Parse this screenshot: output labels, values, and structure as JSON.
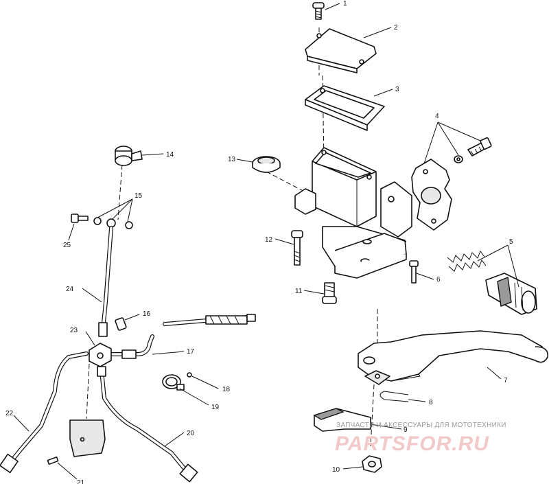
{
  "callouts": {
    "c1": "1",
    "c2": "2",
    "c3": "3",
    "c4": "4",
    "c5": "5",
    "c6": "6",
    "c7": "7",
    "c8": "8",
    "c9": "9",
    "c10": "10",
    "c11": "11",
    "c12": "12",
    "c13": "13",
    "c14": "14",
    "c15": "15",
    "c16": "16",
    "c17": "17",
    "c18": "18",
    "c19": "19",
    "c20": "20",
    "c21": "21",
    "c22": "22",
    "c23": "23",
    "c24": "24",
    "c25": "25"
  },
  "watermark": {
    "tagline": "ЗАПЧАСТИ И АКСЕССУАРЫ ДЛЯ МОТОТЕХНИКИ",
    "logo": "PARTSFOR.RU"
  },
  "colors": {
    "ink": "#111111",
    "watermark_logo": "#f2c9c9",
    "watermark_text": "#9a9a9a"
  }
}
